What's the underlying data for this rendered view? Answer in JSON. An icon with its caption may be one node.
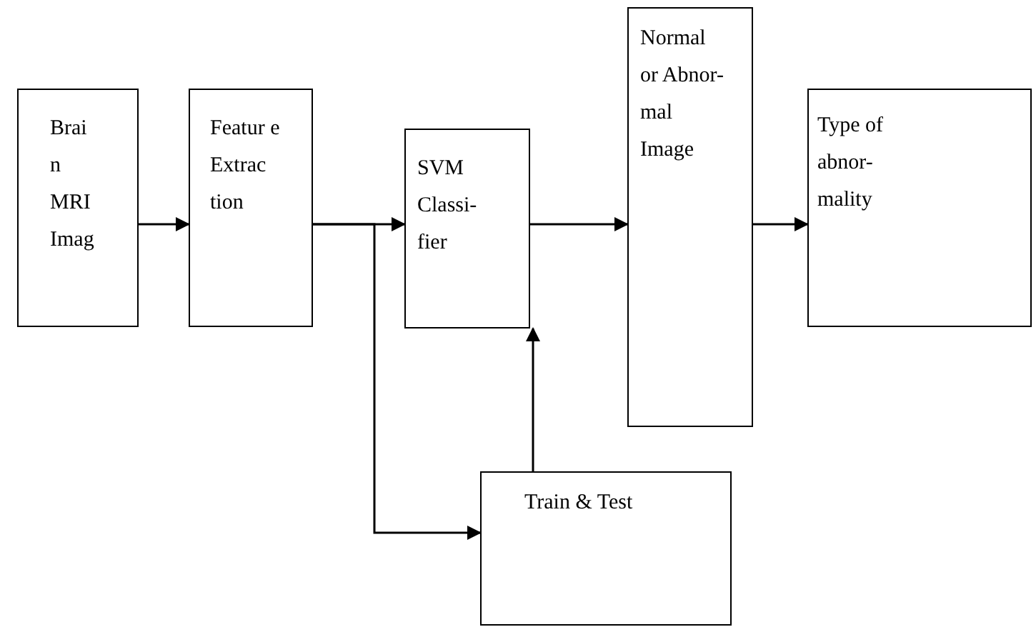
{
  "diagram": {
    "nodes": [
      {
        "text": [
          "Brai n MRI Imag"
        ]
      },
      {
        "text": [
          "Featur e Extrac tion"
        ]
      },
      {
        "text": [
          "SVM Classi- fier"
        ]
      },
      {
        "text": [
          "Normal or Abnor- mal Image"
        ]
      },
      {
        "text": [
          "Type of abnor- mality"
        ]
      },
      {
        "text": [
          "Train & Test"
        ]
      }
    ],
    "edges": [
      {
        "from": 0,
        "to": 1,
        "arrow": "to"
      },
      {
        "from": 1,
        "to": 2,
        "arrow": "to"
      },
      {
        "from": 2,
        "to": 3,
        "arrow": "to"
      },
      {
        "from": 3,
        "to": 4,
        "arrow": "to"
      },
      {
        "from": 1,
        "to": 5,
        "arrow": "to"
      },
      {
        "from": 5,
        "to": 2,
        "arrow": "to"
      }
    ]
  }
}
